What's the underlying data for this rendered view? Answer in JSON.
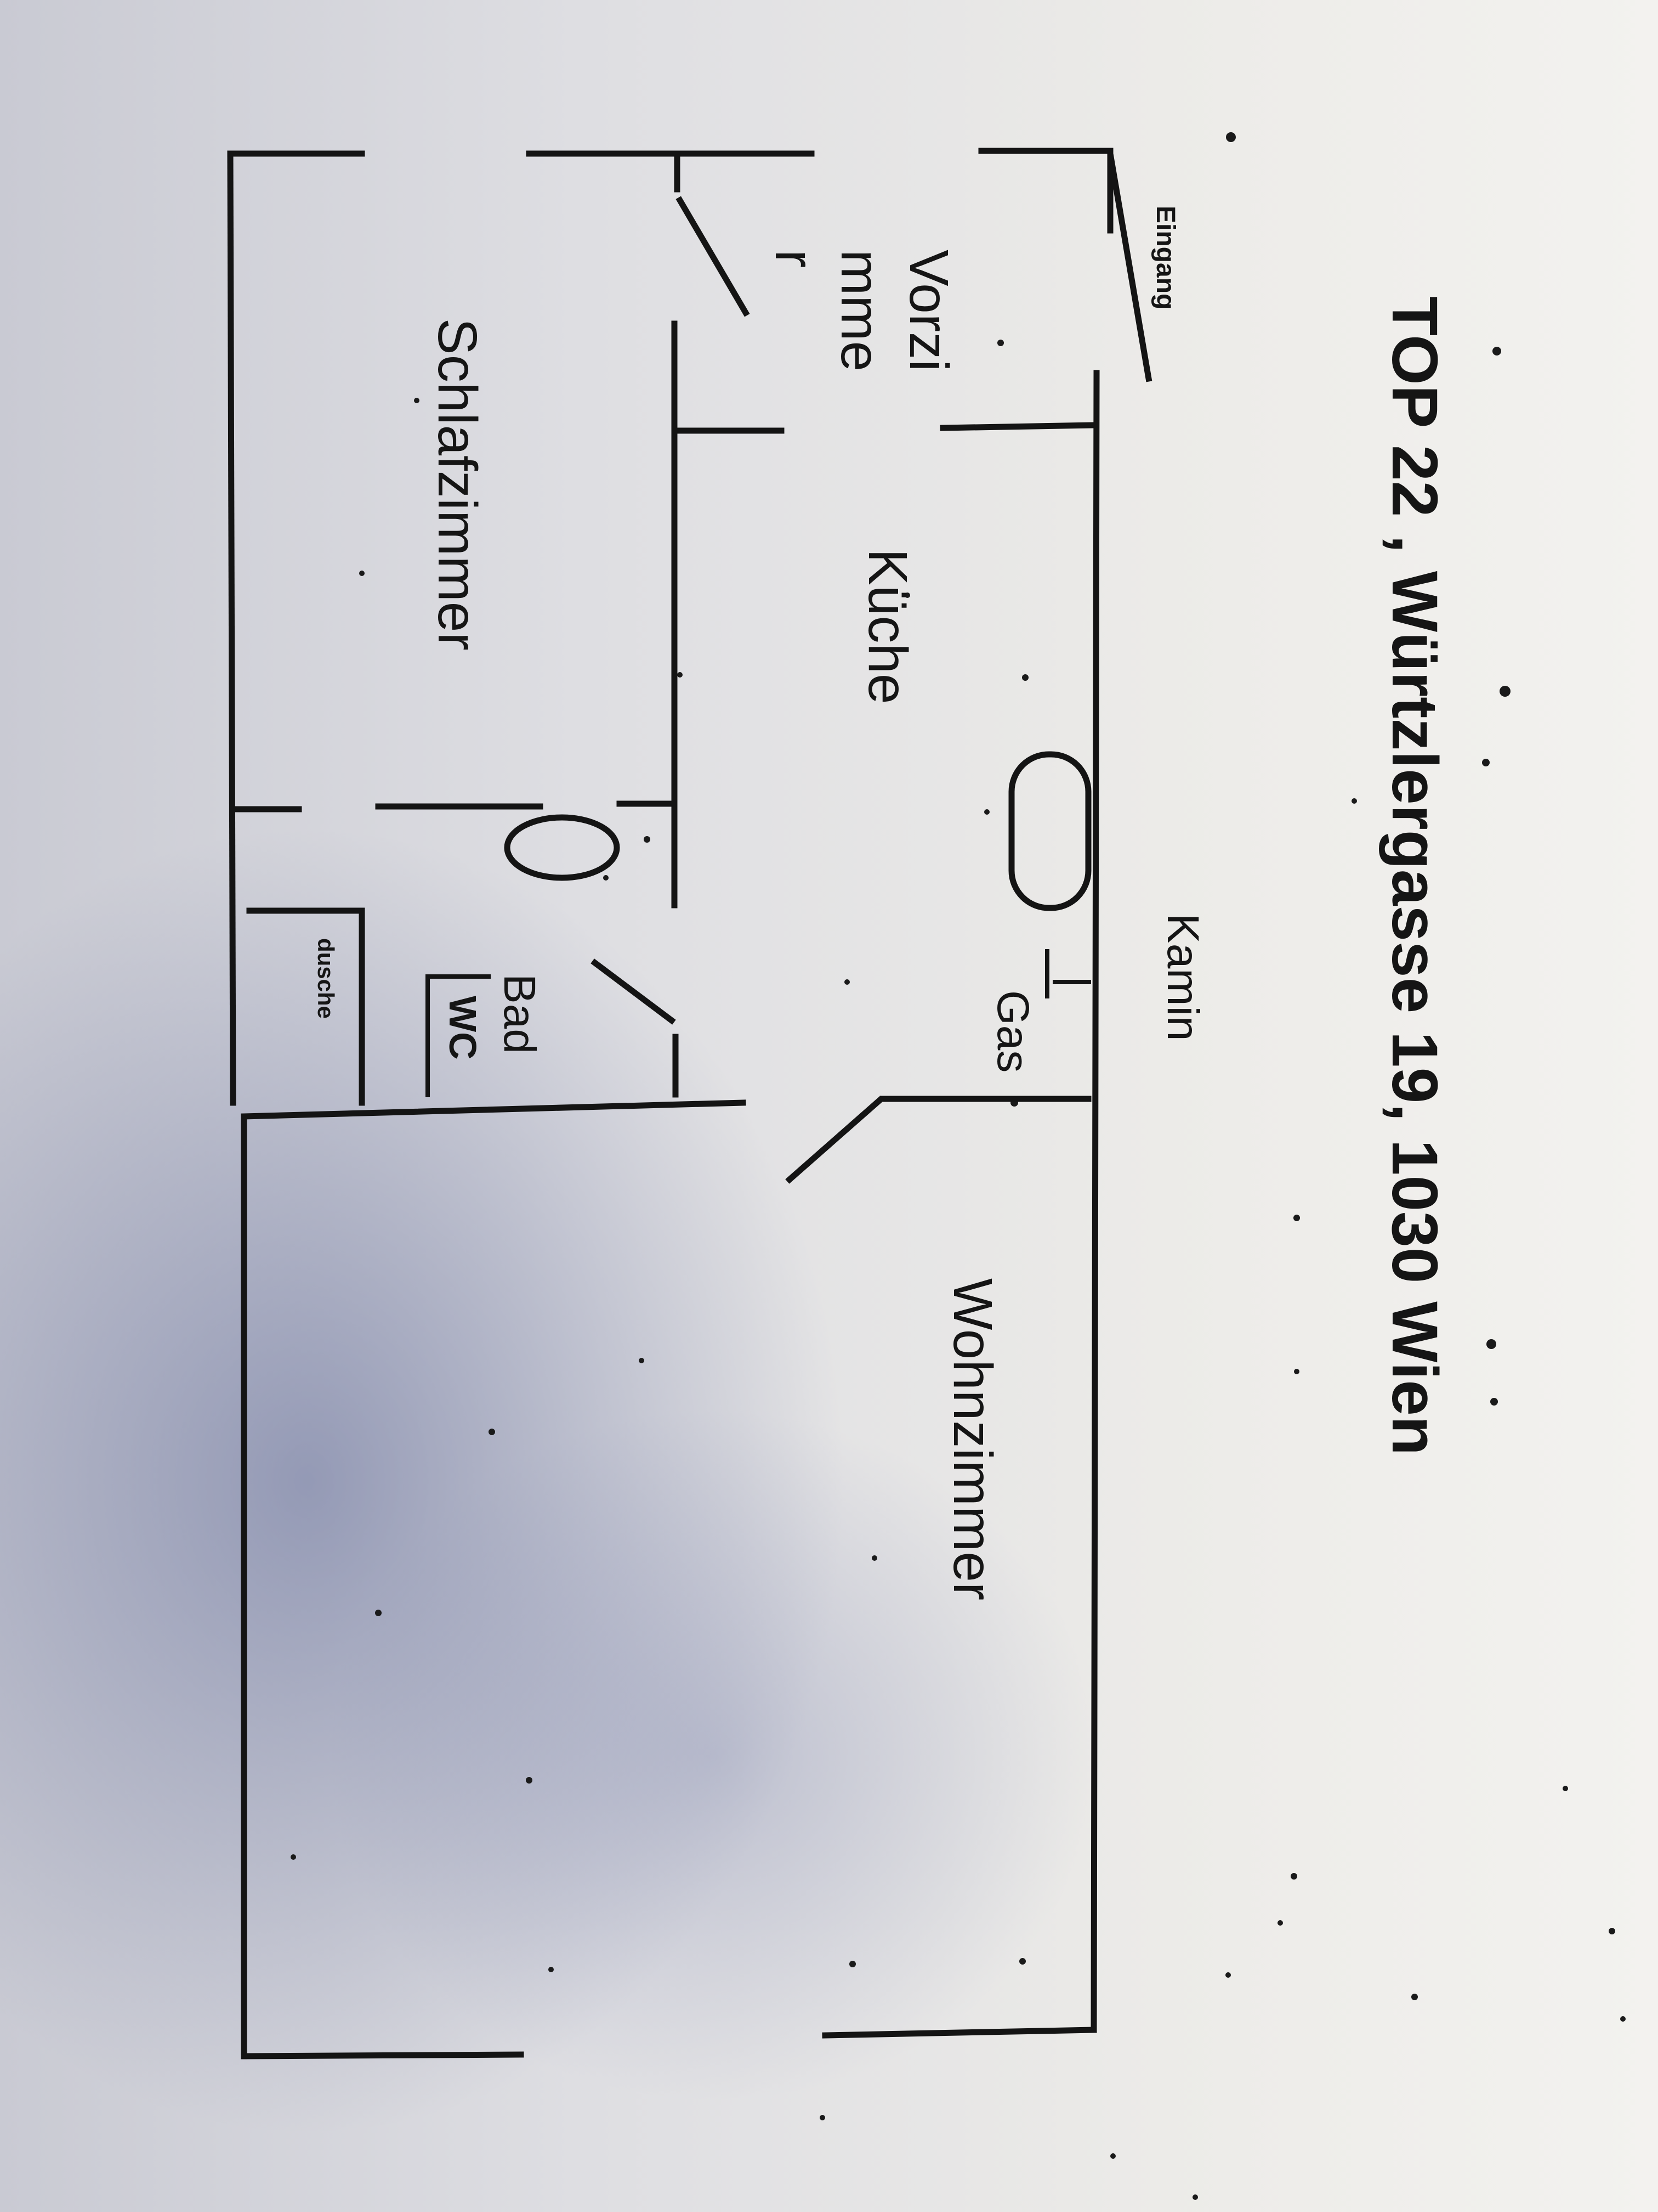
{
  "title": "TOP 22 , Würtzlergasse 19, 1030 Wien",
  "rooms": {
    "eingang": "Eingang",
    "vorzimmer_line1": "Vorzi",
    "vorzimmer_line2": "mme",
    "vorzimmer_line3": "r",
    "kueche": "Küche",
    "schlafzimmer": "Schlafzimmer",
    "bad": "Bad",
    "wc": "WC",
    "dusche": "dusche",
    "wohnzimmer": "Wohnzimmer"
  },
  "fixtures": {
    "kamin": "Kamin",
    "gas": "Gas"
  },
  "colors": {
    "ink": "#141414",
    "paper": "#ecebe8",
    "shadow": "#7a80aa"
  }
}
